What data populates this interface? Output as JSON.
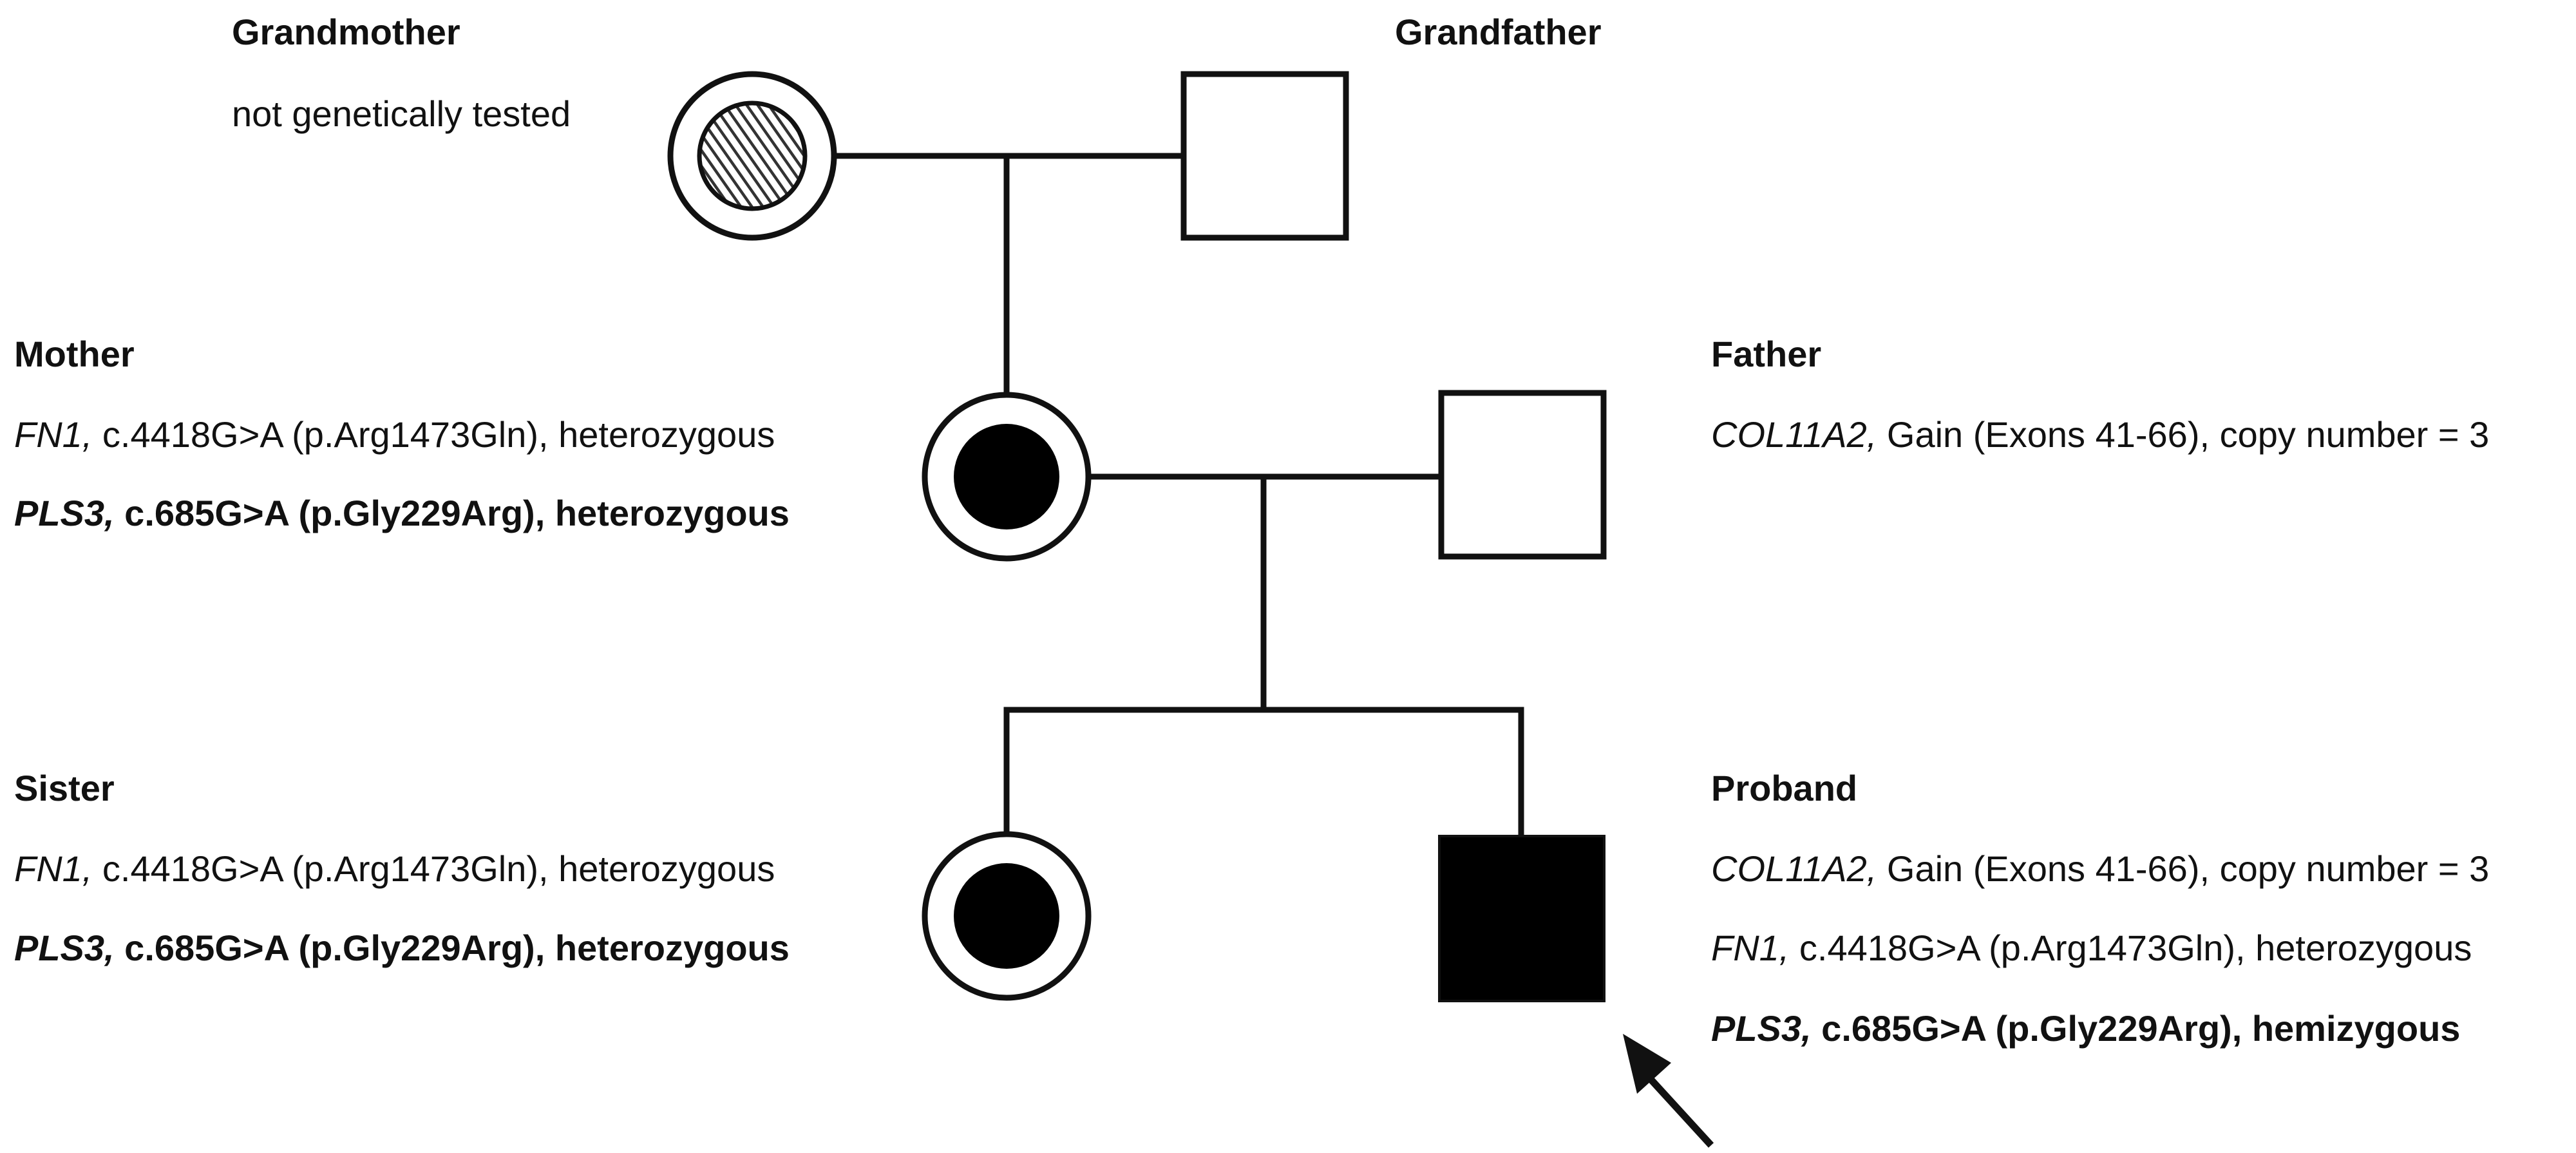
{
  "colors": {
    "line": "#111111",
    "affected": "#000000",
    "background": "#ffffff",
    "hatch": "#333333"
  },
  "individuals": {
    "grandmother": {
      "name": "Grandmother",
      "note": "not genetically tested",
      "symbol": "circle-in-circle-hatched"
    },
    "grandfather": {
      "name": "Grandfather",
      "symbol": "square-unaffected"
    },
    "mother": {
      "name": "Mother",
      "symbol": "circle-in-circle-filled",
      "variants": [
        {
          "gene": "FN1,",
          "detail": " c.4418G>A (p.Arg1473Gln), heterozygous",
          "bold": false
        },
        {
          "gene": "PLS3,",
          "detail": " c.685G>A (p.Gly229Arg), heterozygous",
          "bold": true
        }
      ]
    },
    "father": {
      "name": "Father",
      "symbol": "square-unaffected",
      "variants": [
        {
          "gene": "COL11A2,",
          "detail": " Gain (Exons 41-66), copy number = 3",
          "bold": false
        }
      ]
    },
    "sister": {
      "name": "Sister",
      "symbol": "circle-in-circle-filled",
      "variants": [
        {
          "gene": "FN1,",
          "detail": " c.4418G>A (p.Arg1473Gln), heterozygous",
          "bold": false
        },
        {
          "gene": "PLS3,",
          "detail": " c.685G>A (p.Gly229Arg), heterozygous",
          "bold": true
        }
      ]
    },
    "proband": {
      "name": "Proband",
      "symbol": "square-affected",
      "indicator": "proband-arrow",
      "variants": [
        {
          "gene": "COL11A2,",
          "detail": " Gain (Exons 41-66), copy number = 3",
          "bold": false
        },
        {
          "gene": "FN1,",
          "detail": " c.4418G>A (p.Arg1473Gln), heterozygous",
          "bold": false
        },
        {
          "gene": "PLS3,",
          "detail": " c.685G>A (p.Gly229Arg), hemizygous",
          "bold": true
        }
      ]
    }
  }
}
